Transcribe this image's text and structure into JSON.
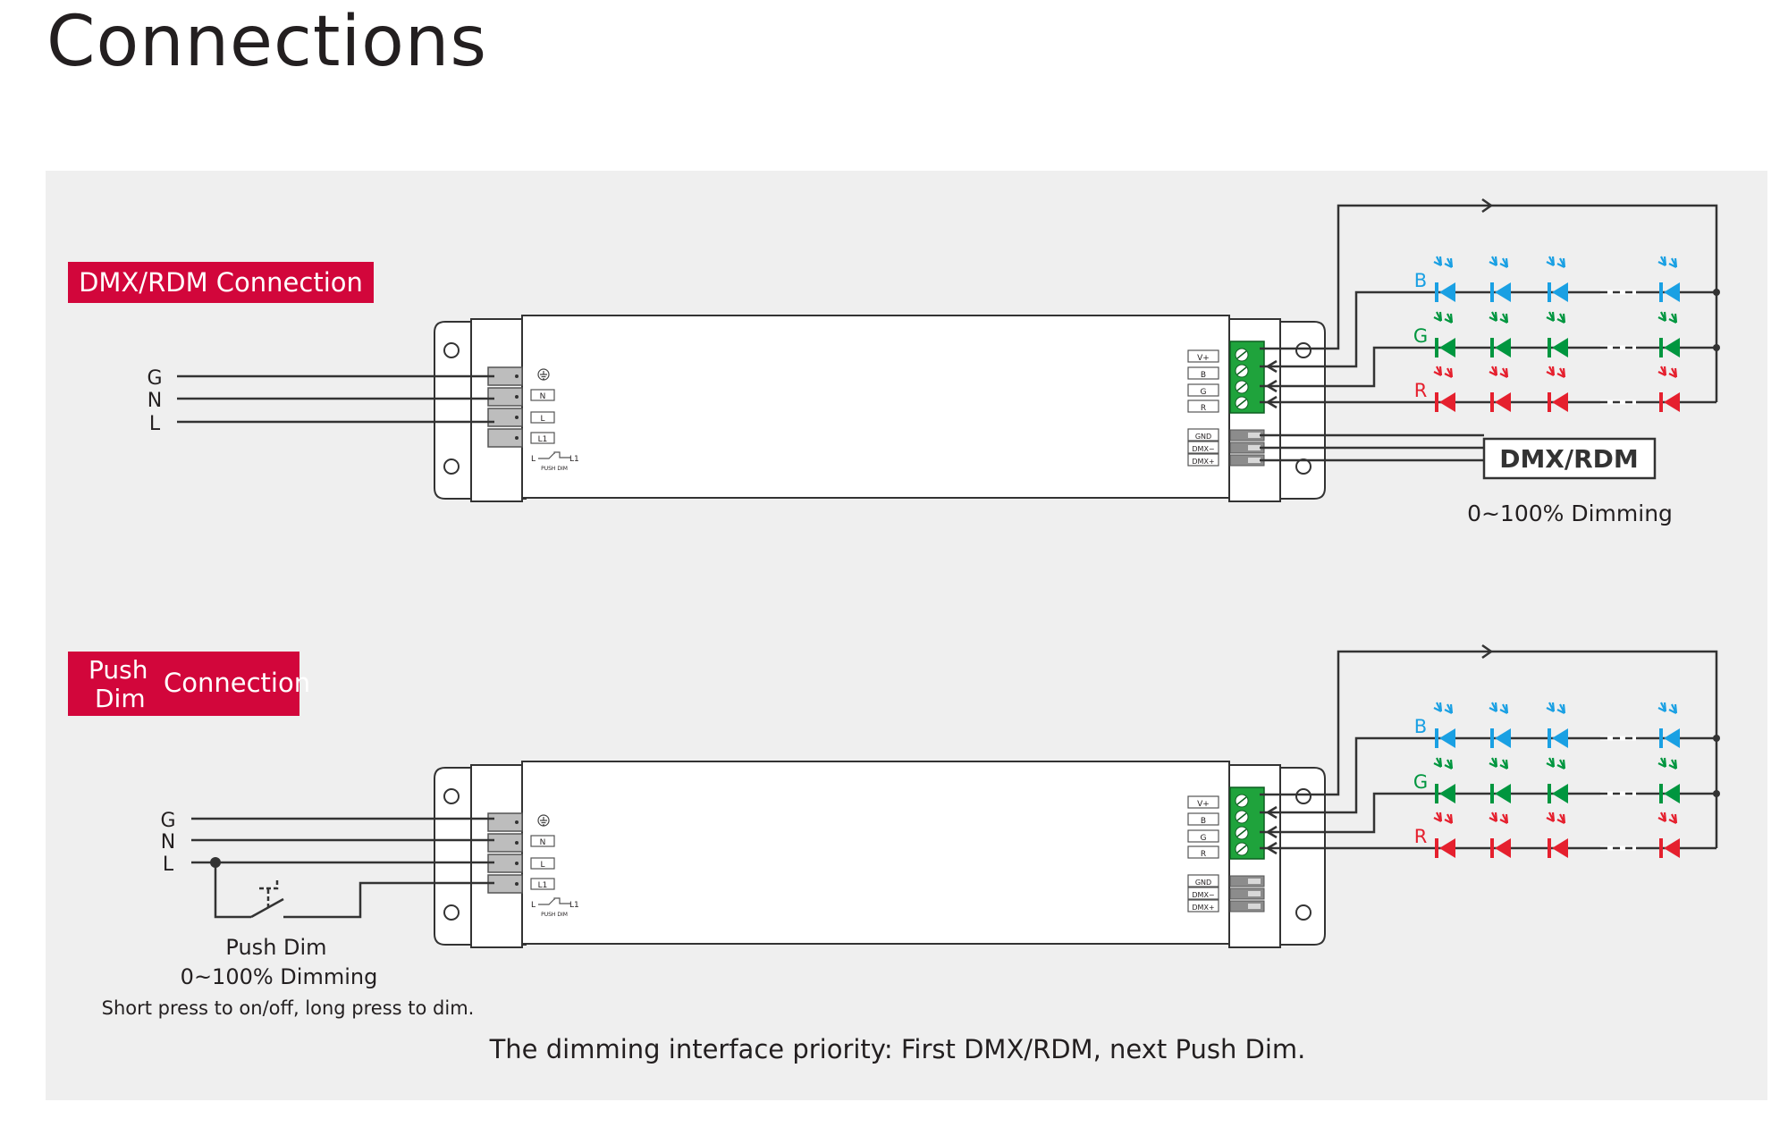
{
  "page": {
    "title": "Connections"
  },
  "colors": {
    "background_panel": "#efefef",
    "badge": "#d2063b",
    "led_blue": "#1aa0e3",
    "led_green": "#00963f",
    "led_red": "#e5202e",
    "terminal_green": "#1fa33c",
    "wire": "#333333"
  },
  "dmx_section": {
    "badge_label": "DMX/RDM Connection",
    "mains_labels": [
      "G",
      "N",
      "L"
    ],
    "input_terminals": [
      "N",
      "L",
      "L1"
    ],
    "push_dim_mark": "PUSH DIM",
    "switch_l": "L",
    "switch_l1": "L1",
    "output_terminals": [
      "V+",
      "B",
      "G",
      "R"
    ],
    "dmx_terminals": [
      "GND",
      "DMX−",
      "DMX+"
    ],
    "channels": [
      "B",
      "G",
      "R"
    ],
    "dmx_box_label": "DMX/RDM",
    "dimming_label": "0~100% Dimming"
  },
  "push_section": {
    "badge_line1": "Push",
    "badge_line2": "Dim",
    "badge_word": "Connection",
    "mains_labels": [
      "G",
      "N",
      "L"
    ],
    "input_terminals": [
      "N",
      "L",
      "L1"
    ],
    "push_dim_mark": "PUSH DIM",
    "switch_l": "L",
    "switch_l1": "L1",
    "output_terminals": [
      "V+",
      "B",
      "G",
      "R"
    ],
    "dmx_terminals": [
      "GND",
      "DMX−",
      "DMX+"
    ],
    "channels": [
      "B",
      "G",
      "R"
    ],
    "push_dim_label": "Push Dim",
    "dimming_label": "0~100% Dimming",
    "usage_note": "Short press to on/off, long press to dim."
  },
  "footer_note": "The dimming interface priority: First DMX/RDM, next Push Dim."
}
